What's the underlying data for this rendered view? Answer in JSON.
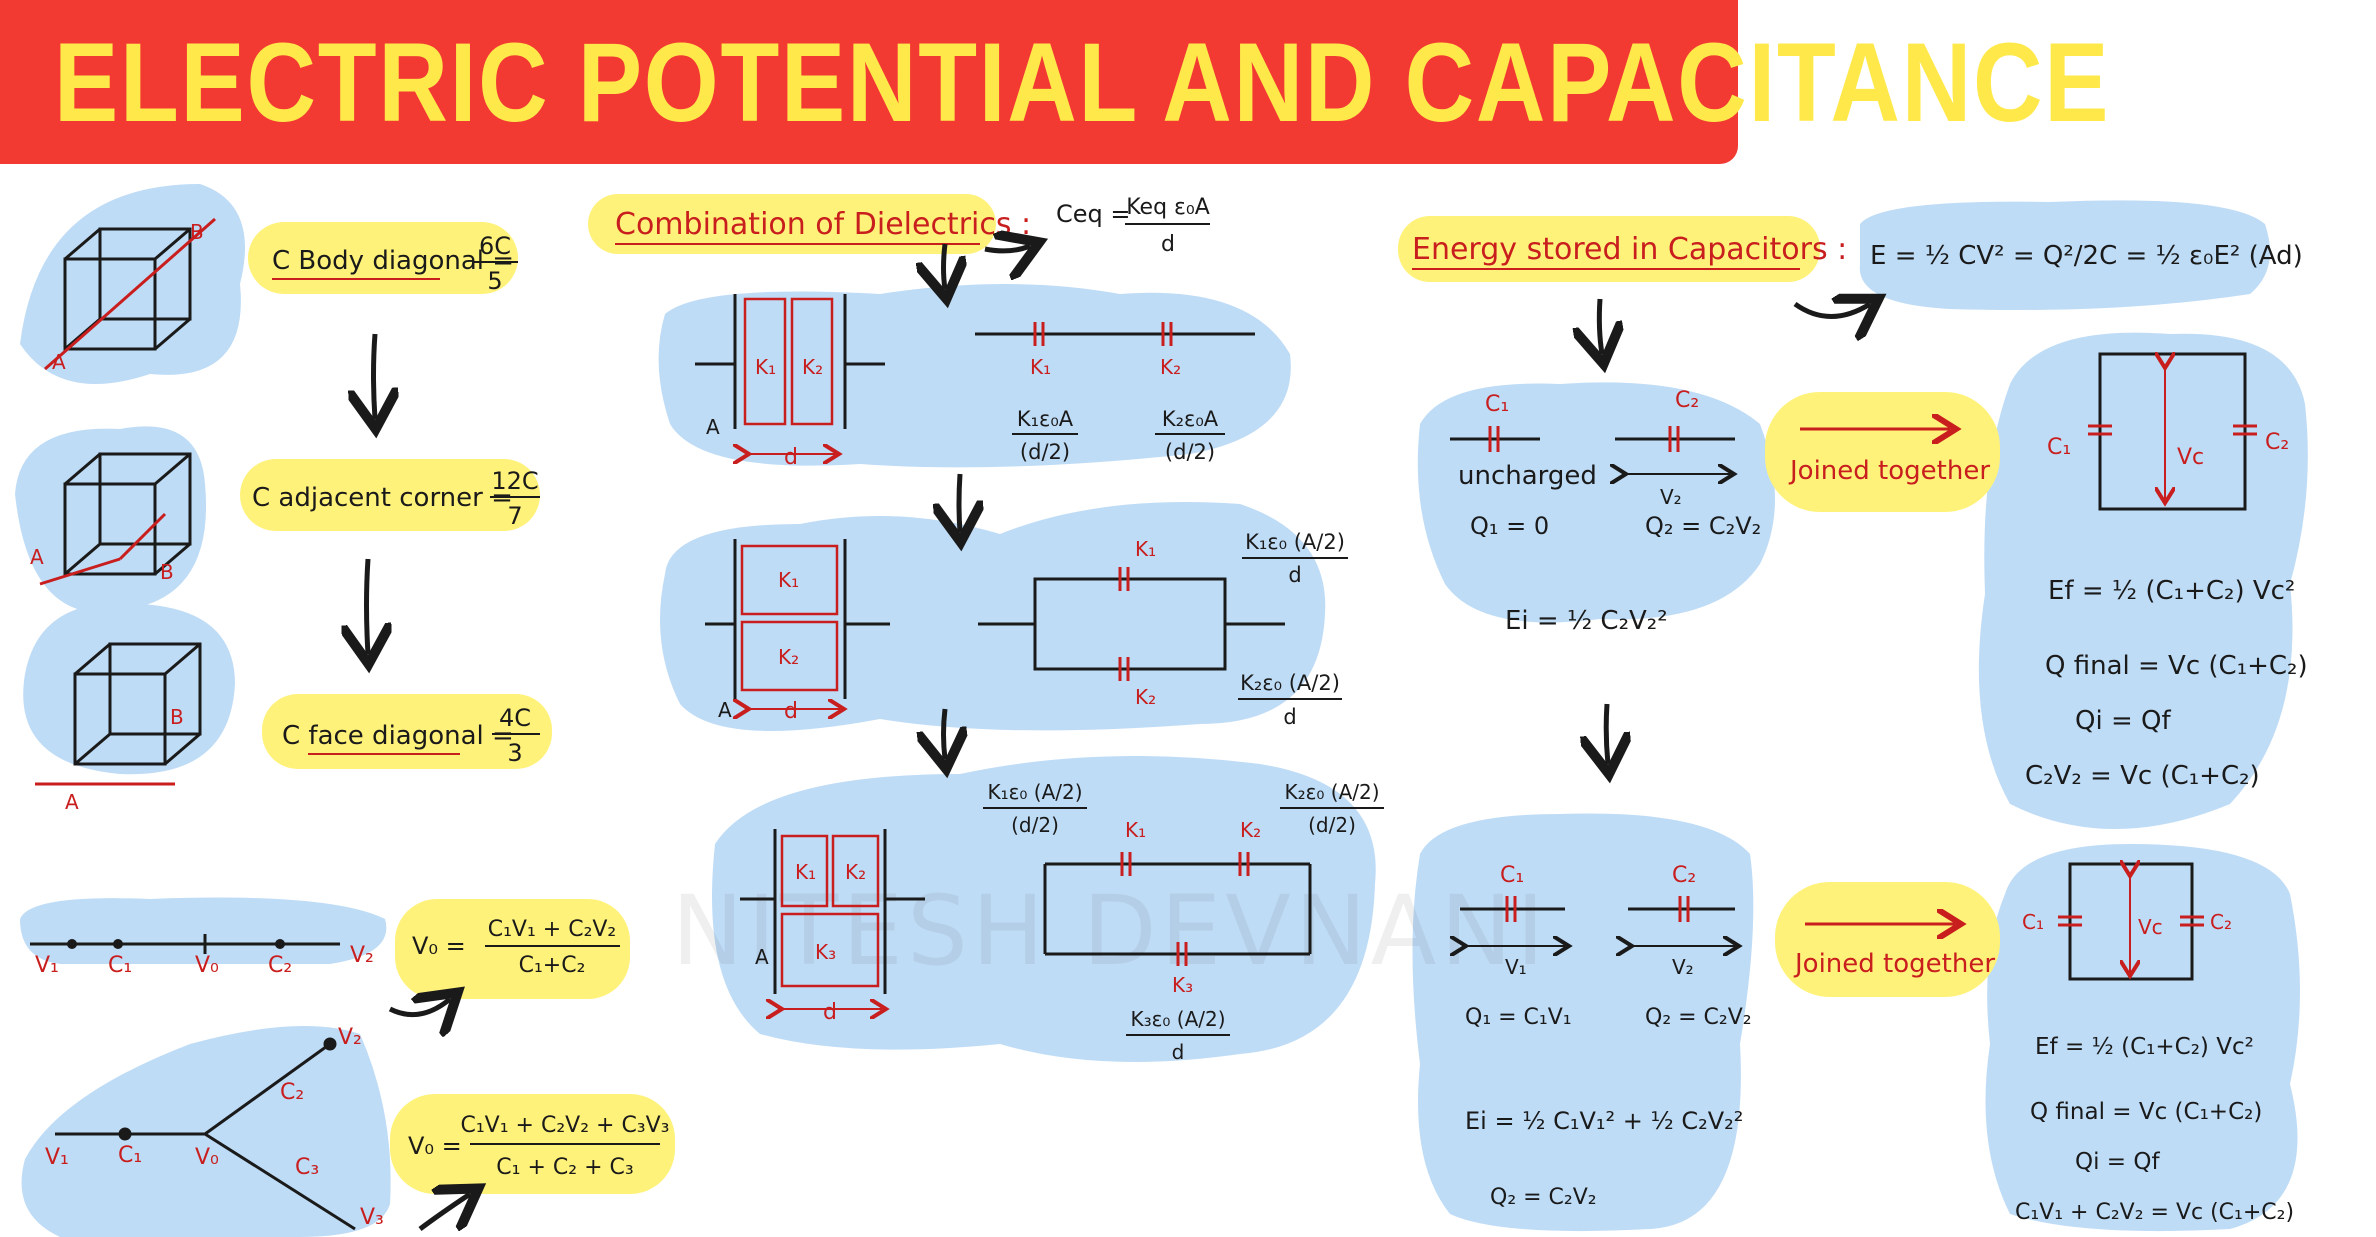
{
  "title": "ELECTRIC POTENTIAL AND CAPACITANCE",
  "watermark": "NITESH DEVNANI",
  "colors": {
    "banner": "#f23a33",
    "title": "#ffe94a",
    "cloud": "#bfdcf6",
    "highlight": "#fff27a",
    "red": "#c81e1e",
    "ink": "#1a1a1a"
  },
  "cube": {
    "A": "A",
    "B": "B",
    "body_diag": {
      "label": "C Body diagonal =",
      "num": "6C",
      "den": "5"
    },
    "adj_corner": {
      "label": "C adjacent corner =",
      "num": "12C",
      "den": "7"
    },
    "face_diag": {
      "label": "C face diagonal =",
      "num": "4C",
      "den": "3"
    }
  },
  "common_potential": {
    "line": {
      "v1": "V₁",
      "c1": "C₁",
      "v0": "V₀",
      "c2": "C₂",
      "v2": "V₂",
      "lhs": "V₀ =",
      "num": "C₁V₁ + C₂V₂",
      "den": "C₁+C₂"
    },
    "star": {
      "v1": "V₁",
      "c1": "C₁",
      "v0": "V₀",
      "c2": "C₂",
      "c3": "C₃",
      "v2": "V₂",
      "v3": "V₃",
      "lhs": "V₀ =",
      "num": "C₁V₁ + C₂V₂ + C₃V₃",
      "den": "C₁ + C₂ + C₃"
    }
  },
  "dielectrics": {
    "heading": "Combination of Dielectrics :",
    "ceq": {
      "lhs": "Ceq =",
      "num": "Keq ε₀A",
      "den": "d"
    },
    "series": {
      "k1": "K₁",
      "k2": "K₂",
      "a": "A",
      "d": "d",
      "e1_num": "K₁ε₀A",
      "e1_den": "(d/2)",
      "e2_num": "K₂ε₀A",
      "e2_den": "(d/2)"
    },
    "parallel": {
      "k1": "K₁",
      "k2": "K₂",
      "a": "A",
      "d": "d",
      "e1_num": "K₁ε₀ (A/2)",
      "e1_den": "d",
      "e2_num": "K₂ε₀ (A/2)",
      "e2_den": "d"
    },
    "mixed": {
      "k1": "K₁",
      "k2": "K₂",
      "k3": "K₃",
      "a": "A",
      "d": "d",
      "e1_num": "K₁ε₀ (A/2)",
      "e1_den": "(d/2)",
      "e2_num": "K₂ε₀ (A/2)",
      "e2_den": "(d/2)",
      "e3_num": "K₃ε₀ (A/2)",
      "e3_den": "d"
    }
  },
  "energy": {
    "heading": "Energy stored in Capacitors :",
    "formula": "E = ½ CV² = Q²/2C = ½ ε₀E² (Ad)",
    "joined": "Joined together",
    "case1": {
      "c1": "C₁",
      "c2": "C₂",
      "uncharged": "uncharged",
      "v2": "V₂",
      "q1": "Q₁ = 0",
      "q2": "Q₂ = C₂V₂",
      "ei": "Ei = ½ C₂V₂²",
      "right": {
        "c1": "C₁",
        "c2": "C₂",
        "vc": "Vc",
        "ef": "Ef = ½ (C₁+C₂) Vc²",
        "qfinal": "Q final = Vc (C₁+C₂)",
        "qiqf": "Qi = Qf",
        "cons": "C₂V₂ = Vc (C₁+C₂)"
      }
    },
    "case2": {
      "c1": "C₁",
      "c2": "C₂",
      "v1": "V₁",
      "v2": "V₂",
      "q1": "Q₁ = C₁V₁",
      "q2": "Q₂ = C₂V₂",
      "ei": "Ei = ½ C₁V₁² + ½ C₂V₂²",
      "q2b": "Q₂ = C₂V₂",
      "right": {
        "c1": "C₁",
        "c2": "C₂",
        "vc": "Vc",
        "ef": "Ef = ½ (C₁+C₂) Vc²",
        "qfinal": "Q final = Vc (C₁+C₂)",
        "qiqf": "Qi = Qf",
        "cons": "C₁V₁ + C₂V₂ = Vc (C₁+C₂)"
      }
    }
  }
}
